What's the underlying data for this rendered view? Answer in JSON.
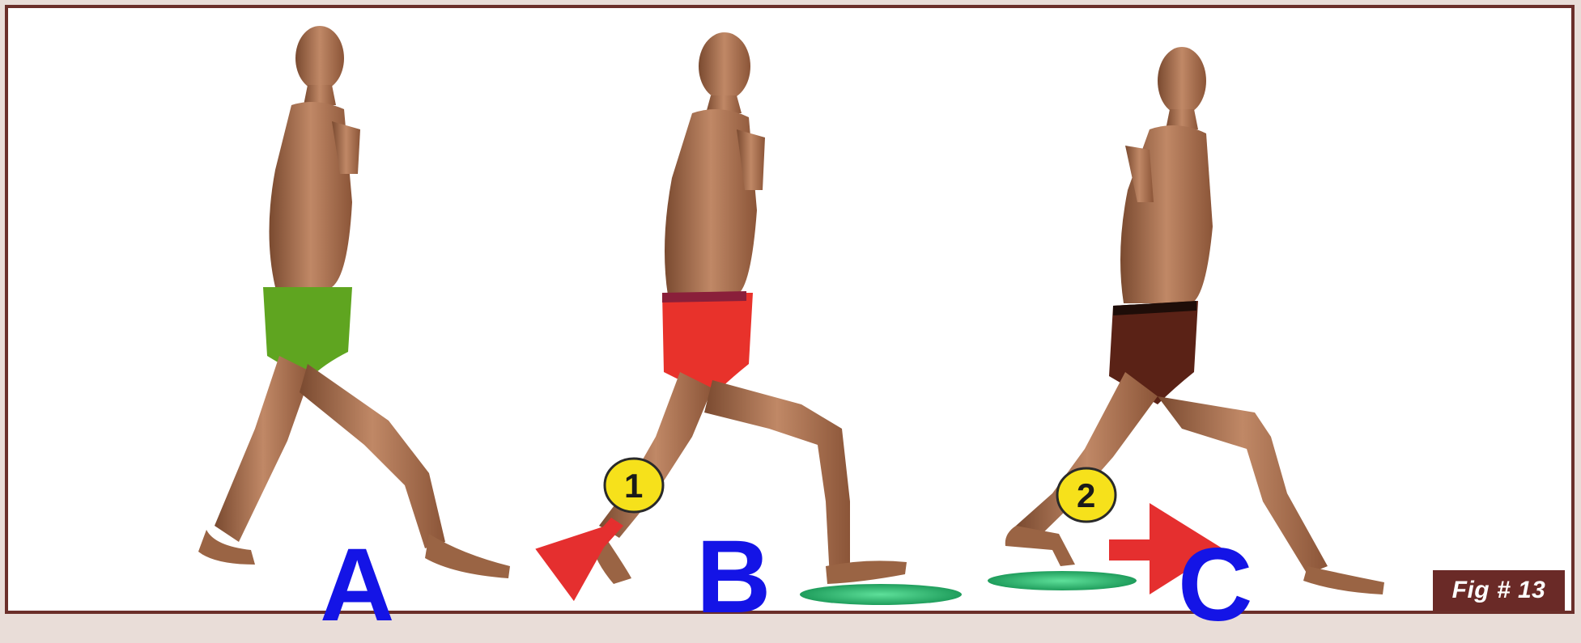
{
  "figure": {
    "label": "Fig # 13",
    "panels": [
      {
        "letter": "A",
        "shorts_color": "#5fa520"
      },
      {
        "letter": "B",
        "shorts_color": "#e8322b"
      },
      {
        "letter": "C",
        "shorts_color": "#5a2216"
      }
    ],
    "markers": [
      {
        "number": "1"
      },
      {
        "number": "2"
      }
    ],
    "colors": {
      "frame": "#6b2f2a",
      "letter": "#1414e6",
      "arrow": "#e52f2f",
      "marker_fill": "#f6e11b",
      "disc": "#2fc27a",
      "skin": "#b57a55"
    }
  }
}
